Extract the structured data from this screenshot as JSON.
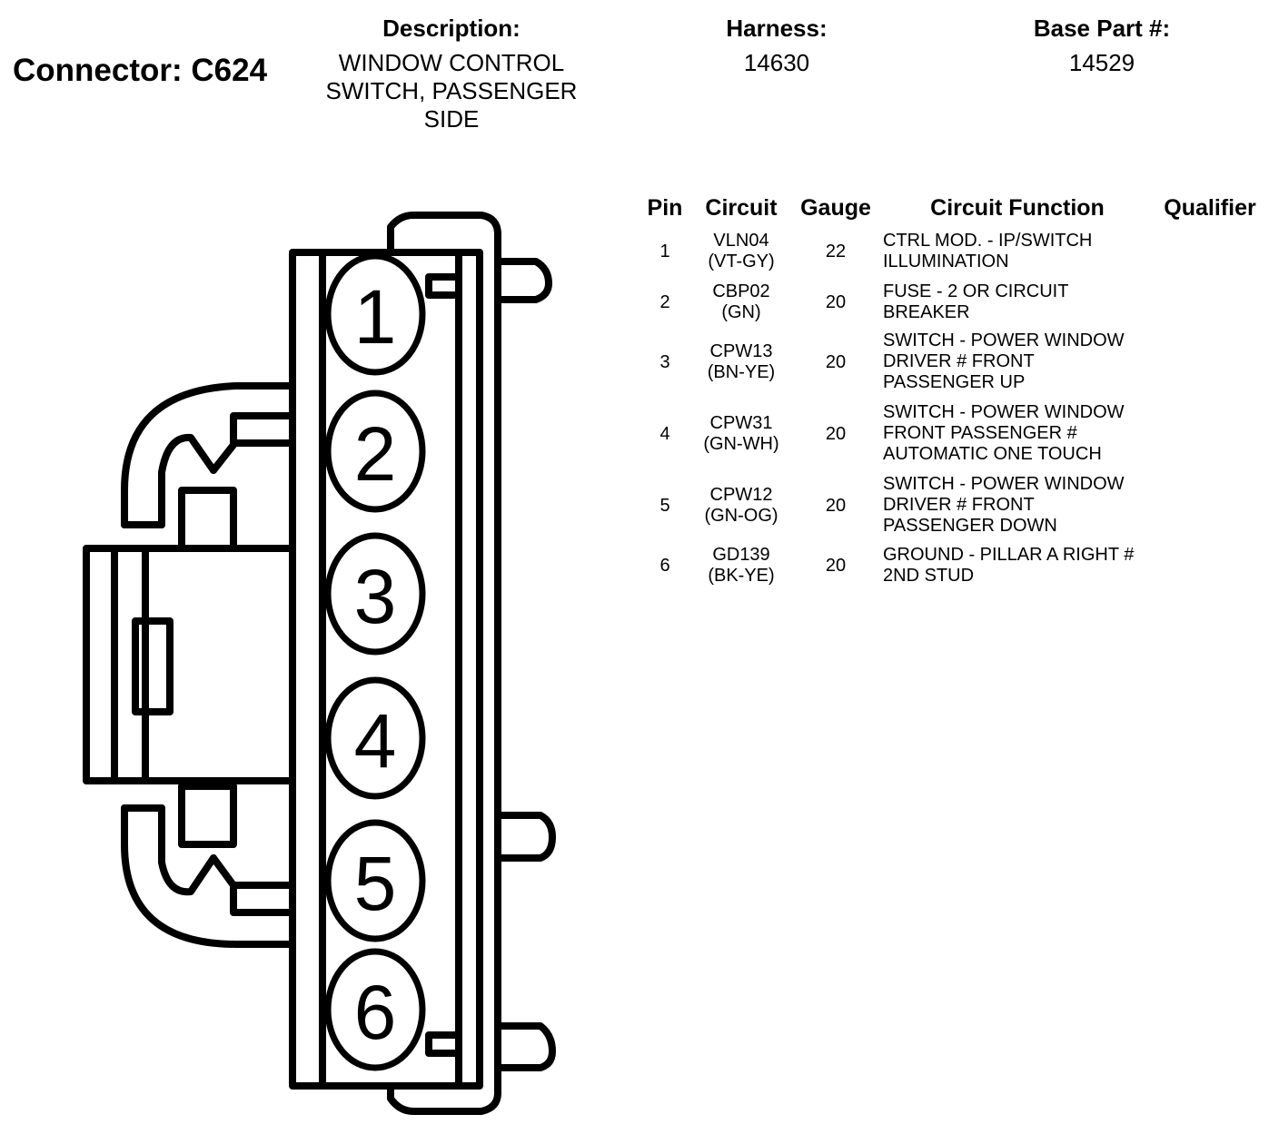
{
  "connector": {
    "title": "Connector: C624"
  },
  "description": {
    "heading": "Description:",
    "lines": [
      "WINDOW CONTROL",
      "SWITCH, PASSENGER",
      "SIDE"
    ]
  },
  "harness": {
    "heading": "Harness:",
    "value": "14630"
  },
  "base_part": {
    "heading": "Base Part #:",
    "value": "14529"
  },
  "table": {
    "headers": {
      "pin": "Pin",
      "circuit": "Circuit",
      "gauge": "Gauge",
      "function": "Circuit Function",
      "qualifier": "Qualifier"
    },
    "rows": [
      {
        "pin": "1",
        "circuit": "VLN04",
        "color": "(VT-GY)",
        "gauge": "22",
        "function": [
          "CTRL MOD. - IP/SWITCH",
          "ILLUMINATION"
        ]
      },
      {
        "pin": "2",
        "circuit": "CBP02",
        "color": "(GN)",
        "gauge": "20",
        "function": [
          "FUSE - 2 OR CIRCUIT",
          "BREAKER"
        ]
      },
      {
        "pin": "3",
        "circuit": "CPW13",
        "color": "(BN-YE)",
        "gauge": "20",
        "function": [
          "SWITCH - POWER WINDOW",
          "DRIVER # FRONT",
          "PASSENGER UP"
        ]
      },
      {
        "pin": "4",
        "circuit": "CPW31",
        "color": "(GN-WH)",
        "gauge": "20",
        "function": [
          "SWITCH - POWER WINDOW",
          "FRONT PASSENGER #",
          "AUTOMATIC ONE TOUCH"
        ]
      },
      {
        "pin": "5",
        "circuit": "CPW12",
        "color": "(GN-OG)",
        "gauge": "20",
        "function": [
          "SWITCH - POWER WINDOW",
          "DRIVER # FRONT",
          "PASSENGER DOWN"
        ]
      },
      {
        "pin": "6",
        "circuit": "GD139",
        "color": "(BK-YE)",
        "gauge": "20",
        "function": [
          "GROUND - PILLAR A RIGHT #",
          "2ND STUD"
        ]
      }
    ]
  },
  "diagram": {
    "pins": [
      "1",
      "2",
      "3",
      "4",
      "5",
      "6"
    ]
  }
}
